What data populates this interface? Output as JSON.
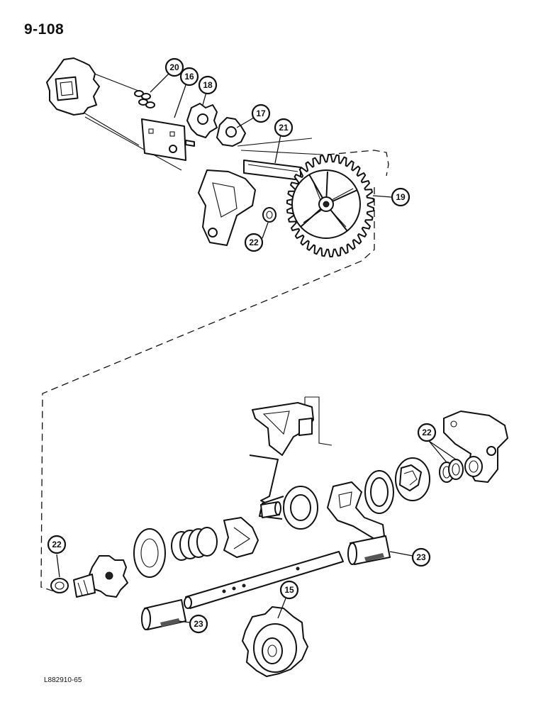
{
  "header": {
    "page_number": "9-108"
  },
  "footer": {
    "figure_code": "L882910-65"
  },
  "callouts": [
    {
      "id": "c20",
      "label": "20"
    },
    {
      "id": "c16",
      "label": "16"
    },
    {
      "id": "c18",
      "label": "18"
    },
    {
      "id": "c17",
      "label": "17"
    },
    {
      "id": "c21",
      "label": "21"
    },
    {
      "id": "c19",
      "label": "19"
    },
    {
      "id": "c22a",
      "label": "22"
    },
    {
      "id": "c22b",
      "label": "22"
    },
    {
      "id": "c22c",
      "label": "22"
    },
    {
      "id": "c23a",
      "label": "23"
    },
    {
      "id": "c23b",
      "label": "23"
    },
    {
      "id": "c15",
      "label": "15"
    }
  ]
}
